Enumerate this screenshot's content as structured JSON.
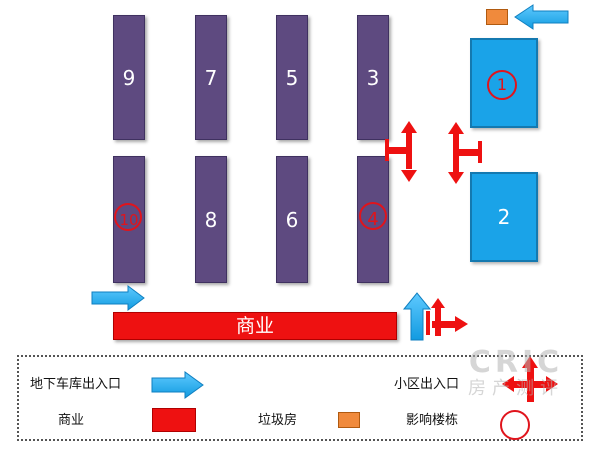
{
  "buildings_top": [
    "9",
    "7",
    "5",
    "3"
  ],
  "buildings_bottom": [
    "10",
    "8",
    "6",
    "4"
  ],
  "highlighted_buildings": [
    "10",
    "4",
    "1"
  ],
  "blue_buildings": [
    "1",
    "2"
  ],
  "commerce_label": "商业",
  "legend": {
    "garage_entrance": "地下车库出入口",
    "community_entrance": "小区出入口",
    "commerce": "商业",
    "garbage_room": "垃圾房",
    "affected_buildings": "影响楼栋"
  },
  "watermark": {
    "top": "CRIC",
    "bottom": "房产测评"
  },
  "colors": {
    "building": "#5e4a80",
    "blue_building": "#1aa3e8",
    "commerce": "#ee1111",
    "garage_arrow": "#1aa3e8",
    "entrance_arrow": "#ee1111",
    "garbage_room": "#f08a3c",
    "circle": "#e0141c"
  }
}
